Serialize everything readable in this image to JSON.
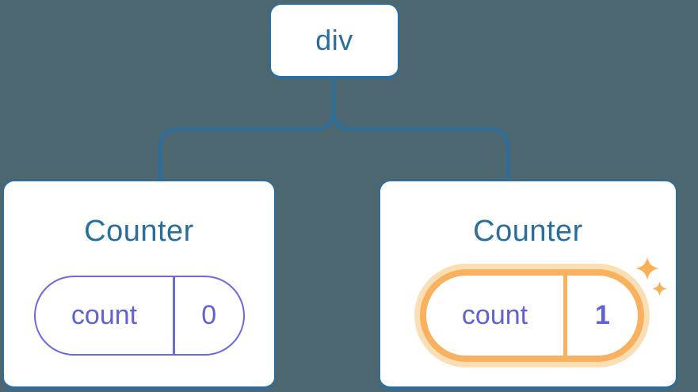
{
  "diagram": {
    "description": "Component tree diagram: a div parent with two Counter children, each holding independent count state; second Counter state updated",
    "root": {
      "label": "div"
    },
    "counters": [
      {
        "title": "Counter",
        "state_key": "count",
        "state_value": "0",
        "highlighted": false
      },
      {
        "title": "Counter",
        "state_key": "count",
        "state_value": "1",
        "highlighted": true
      }
    ]
  },
  "colors": {
    "background": "#4C6770",
    "line": "#2C6D9C",
    "heading": "#2A6E9C",
    "purple-border": "#6A6ADF",
    "purple-text": "#6161D6",
    "orange": "#F8B15E",
    "orange-halo": "#FBDFB4",
    "sparkle": "#F8B057",
    "box-fill": "#FFFFFF"
  }
}
